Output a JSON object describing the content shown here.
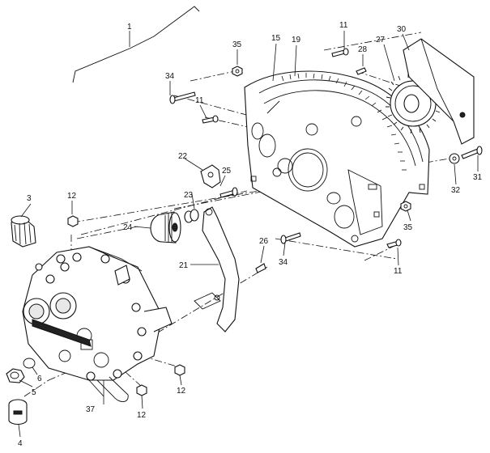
{
  "diagram": {
    "callouts": {
      "c1": "1",
      "c3": "3",
      "c4": "4",
      "c5": "5",
      "c6": "6",
      "c11a": "11",
      "c11b": "11",
      "c11c": "11",
      "c12a": "12",
      "c12b": "12",
      "c12c": "12",
      "c15": "15",
      "c19": "19",
      "c21": "21",
      "c22": "22",
      "c23": "23",
      "c24": "24",
      "c25": "25",
      "c26": "26",
      "c27": "27",
      "c28": "28",
      "c30": "30",
      "c31": "31",
      "c32": "32",
      "c34a": "34",
      "c34b": "34",
      "c35a": "35",
      "c35b": "35",
      "c37": "37"
    }
  }
}
